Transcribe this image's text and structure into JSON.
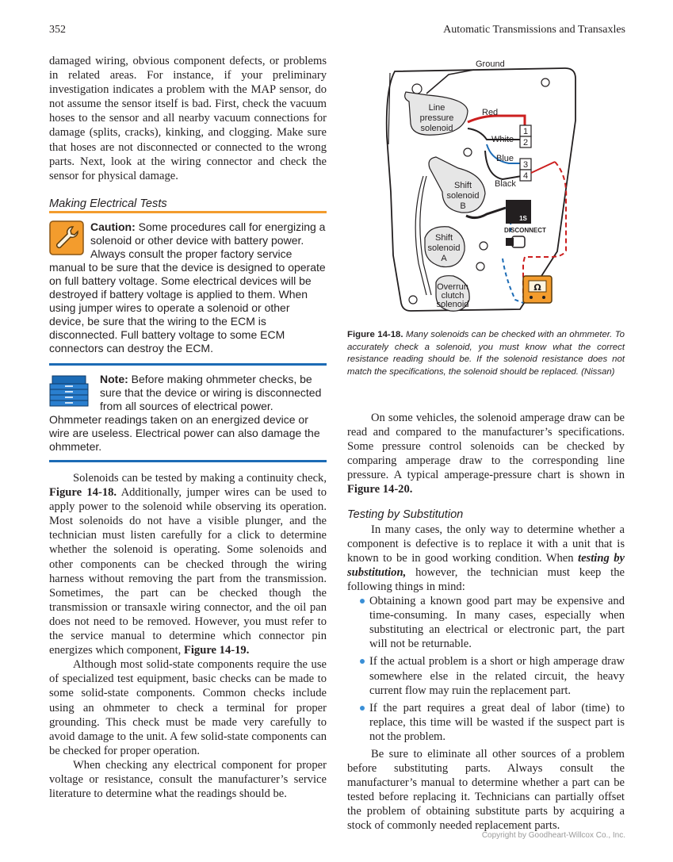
{
  "header": {
    "page_number": "352",
    "running_title": "Automatic Transmissions and Transaxles"
  },
  "left": {
    "intro_paragraph": "damaged wiring, obvious component defects, or problems in related areas. For instance, if your preliminary investigation indicates a problem with the MAP sensor, do not assume the sensor itself is bad. First, check the vacuum hoses to the sensor and all nearby vacuum connections for damage (splits, cracks), kinking, and clogging. Make sure that hoses are not disconnected or connected to the wrong parts. Next, look at the wiring connector and check the sensor for physical damage.",
    "subhead": "Making Electrical Tests",
    "caution": {
      "label": "Caution:",
      "text": "Some procedures call for energizing a solenoid or other device with battery power. Always consult the proper factory service manual to be sure that the device is designed to operate on full battery voltage. Some electrical devices will be destroyed if battery voltage is applied to them. When using jumper wires to operate a solenoid or other device, be sure that the wiring to the ECM is disconnected. Full battery voltage to some ECM connectors can destroy the ECM."
    },
    "note": {
      "label": "Note:",
      "text": "Before making ohmmeter checks, be sure that the device or wiring is disconnected from all sources of electrical power. Ohmmeter readings taken on an energized device or wire are useless. Electrical power can also damage the ohmmeter."
    },
    "para1_a": "Solenoids can be tested by making a continuity check,",
    "para1_fig": "Figure 14-18.",
    "para1_b": "Additionally, jumper wires can be used to apply power to the solenoid while observing its operation. Most solenoids do not have a visible plunger, and the technician must listen carefully for a click to determine whether the solenoid is operating. Some solenoids and other components can be checked through the wiring harness without removing the part from the transmission. Sometimes, the part can be checked though the transmission or transaxle wiring connector, and the oil pan does not need to be removed. However, you must refer to the service manual to determine which connector pin energizes which component,",
    "para1_fig2": "Figure 14-19.",
    "para2": "Although most solid-state components require the use of specialized test equipment, basic checks can be made to some solid-state components. Common checks include using an ohmmeter to check a terminal for proper grounding. This check must be made very carefully to avoid damage to the unit. A few solid-state components can be checked for proper operation.",
    "para3": "When checking any electrical component for proper voltage or resistance, consult the manufacturer’s service literature to determine what the readings should be."
  },
  "figure": {
    "labels": {
      "ground": "Ground",
      "line_pressure": [
        "Line",
        "pressure",
        "solenoid"
      ],
      "shift_b": [
        "Shift",
        "solenoid",
        "B"
      ],
      "shift_a": [
        "Shift",
        "solenoid",
        "A"
      ],
      "overrun": [
        "Overrun",
        "clutch",
        "solenoid"
      ],
      "red": "Red",
      "white": "White",
      "blue": "Blue",
      "black": "Black",
      "pins": [
        "1",
        "2",
        "3",
        "4"
      ],
      "disconnect": "DISCONNECT",
      "battery_mark": "1S",
      "ohm": "Ω"
    },
    "caption_label": "Figure 14-18.",
    "caption_text": "Many solenoids can be checked with an ohmmeter. To accurately check a solenoid, you must know what the correct resistance reading should be. If the solenoid resistance does not match the specifications, the solenoid should be replaced. (Nissan)"
  },
  "right": {
    "para1": "On some vehicles, the solenoid amperage draw can be read and compared to the manufacturer’s specifications. Some pressure control solenoids can be checked by comparing amperage draw to the corresponding line pressure. A typical amperage-pressure chart is shown in",
    "para1_fig": "Figure 14-20.",
    "subhead": "Testing by Substitution",
    "para2_a": "In many cases, the only way to determine whether a component is defective is to replace it with a unit that is known to be in good working condition. When",
    "para2_term": "testing by substitution,",
    "para2_b": "however, the technician must keep the following things in mind:",
    "bullets": [
      "Obtaining a known good part may be expensive and time-consuming. In many cases, especially when substituting an electrical or electronic part, the part will not be returnable.",
      "If the actual problem is a short or high amperage draw somewhere else in the related circuit, the heavy current flow may ruin the replacement part.",
      "If the part requires a great deal of labor (time) to replace, this time will be wasted if the suspect part is not the problem."
    ],
    "para3": "Be sure to eliminate all other sources of a problem before substituting parts. Always consult the manufacturer’s manual to determine whether a part can be tested before replacing it. Technicians can partially offset the problem of obtaining substitute parts by acquiring a stock of commonly needed replacement parts."
  },
  "footer": {
    "copyright": "Copyright by Goodheart-Willcox Co., Inc."
  },
  "colors": {
    "caution_rule": "#f39c2d",
    "note_rule": "#1c6bb5",
    "bullet": "#3a8fd6",
    "wire_red": "#cc1f1f"
  }
}
